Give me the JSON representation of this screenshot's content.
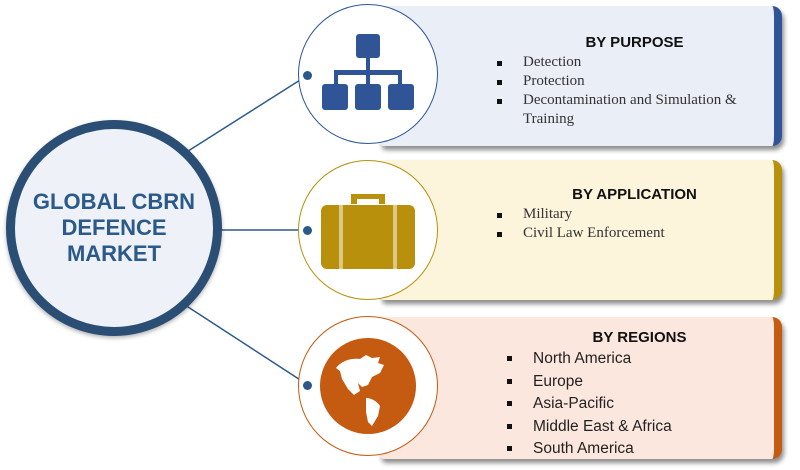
{
  "center": {
    "title": "GLOBAL CBRN\nDEFENCE\nMARKET"
  },
  "segments": [
    {
      "heading": "BY PURPOSE",
      "icon": "hierarchy-icon",
      "items": [
        "Detection",
        "Protection",
        "Decontamination and Simulation & Training"
      ]
    },
    {
      "heading": "BY APPLICATION",
      "icon": "briefcase-icon",
      "items": [
        "Military",
        "Civil Law Enforcement"
      ]
    },
    {
      "heading": "BY REGIONS",
      "icon": "globe-icon",
      "items": [
        "North America",
        "Europe",
        "Asia-Pacific",
        "Middle East & Africa",
        "South America"
      ]
    }
  ],
  "colors": {
    "purpose": "#2f5597",
    "application": "#b8900c",
    "regions": "#c55a11",
    "center_border": "#2b4e74"
  }
}
